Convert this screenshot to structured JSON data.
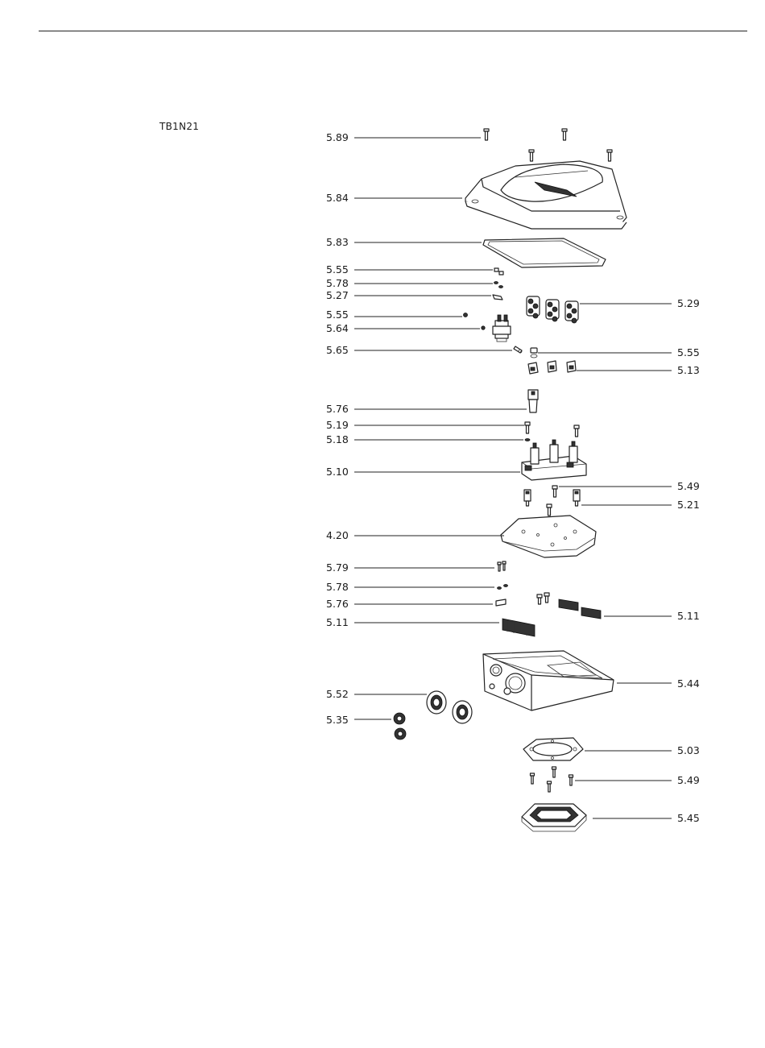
{
  "document": {
    "code": "TB1N21"
  },
  "callouts": [
    "5.89",
    "5.84",
    "5.83",
    "5.55",
    "5.78",
    "5.27",
    "5.55",
    "5.64",
    "5.65",
    "5.29",
    "5.55",
    "5.13",
    "5.76",
    "5.19",
    "5.18",
    "5.10",
    "5.49",
    "5.21",
    "4.20",
    "5.79",
    "5.78",
    "5.76",
    "5.11",
    "5.11",
    "5.44",
    "5.52",
    "5.35",
    "5.03",
    "5.49",
    "5.45"
  ]
}
